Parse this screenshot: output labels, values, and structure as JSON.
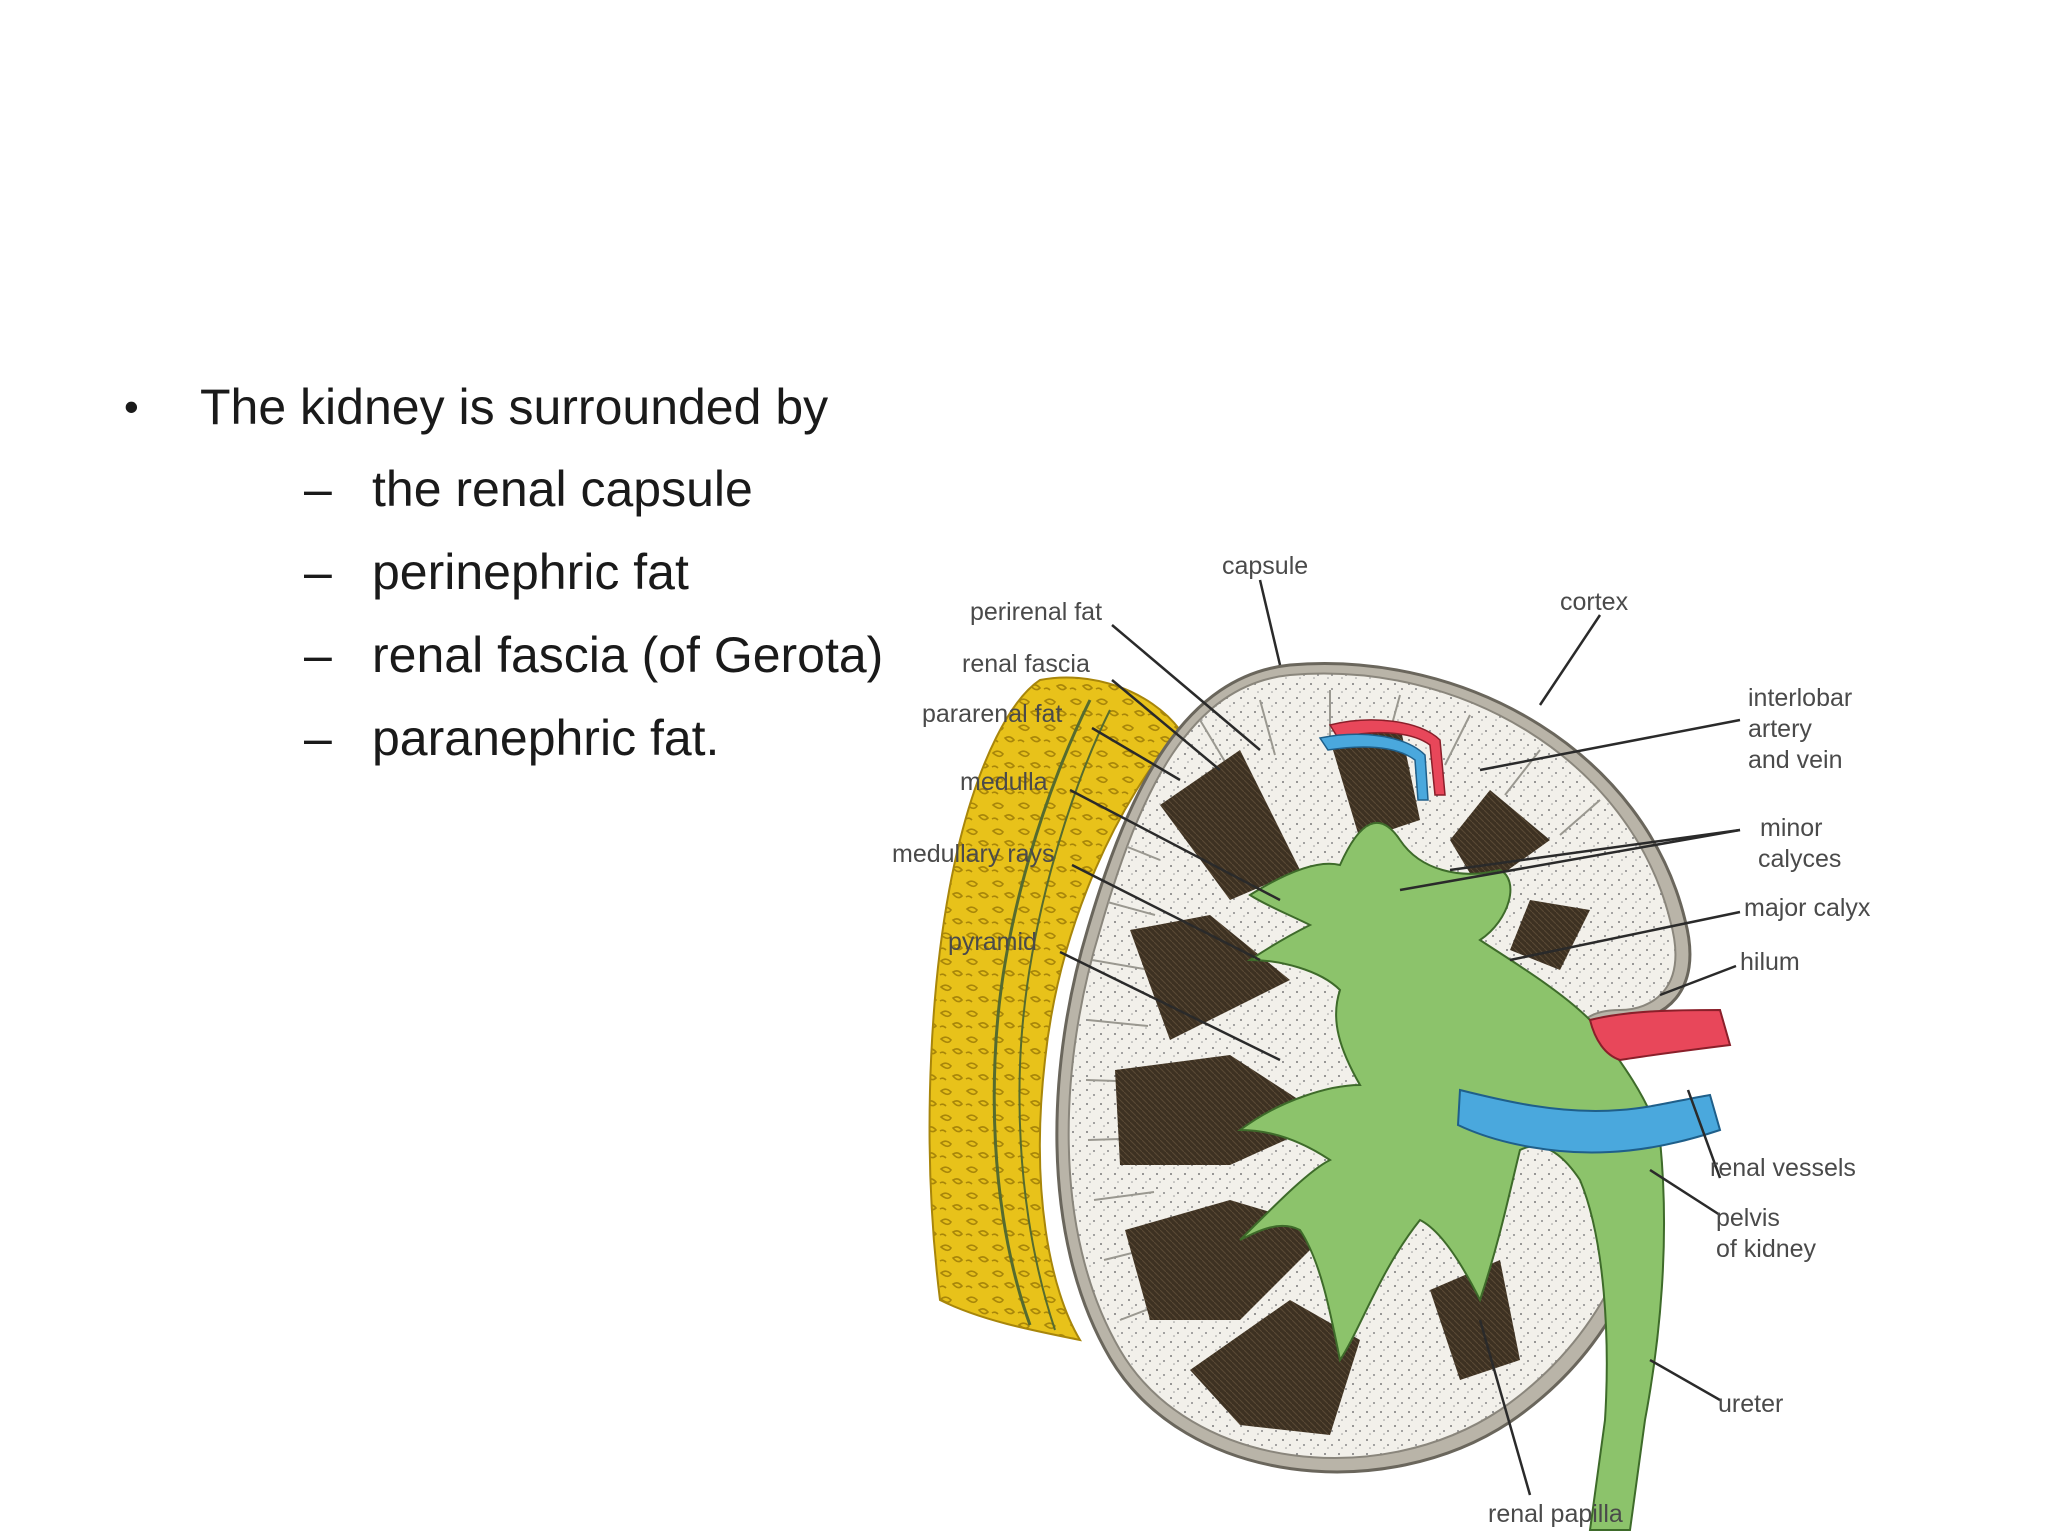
{
  "slide": {
    "bullet": "•",
    "main_point": "The kidney is surrounded by",
    "sub_points": [
      "the renal capsule",
      "perinephric fat",
      "renal fascia (of Gerota)",
      "paranephric fat."
    ],
    "sub_marker": "–"
  },
  "diagram": {
    "colors": {
      "fat": "#e8c21a",
      "cortex": "#f2f0ea",
      "pyramid": "#3d3122",
      "calyx": "#8cc36b",
      "artery": "#e8475a",
      "vein": "#4aa8dd",
      "capsule": "#b9b4a8"
    },
    "labels": {
      "capsule": "capsule",
      "cortex": "cortex",
      "perirenal_fat": "perirenal fat",
      "renal_fascia": "renal fascia",
      "pararenal_fat": "pararenal fat",
      "medulla": "medulla",
      "medullary_rays": "medullary rays",
      "pyramid": "pyramid",
      "interlobar_1": "interlobar",
      "interlobar_2": "artery",
      "interlobar_3": "and vein",
      "minor_1": "minor",
      "minor_2": "calyces",
      "major_calyx": "major calyx",
      "hilum": "hilum",
      "renal_vessels": "renal vessels",
      "pelvis_1": "pelvis",
      "pelvis_2": "of kidney",
      "ureter": "ureter",
      "renal_papilla": "renal papilla"
    }
  }
}
